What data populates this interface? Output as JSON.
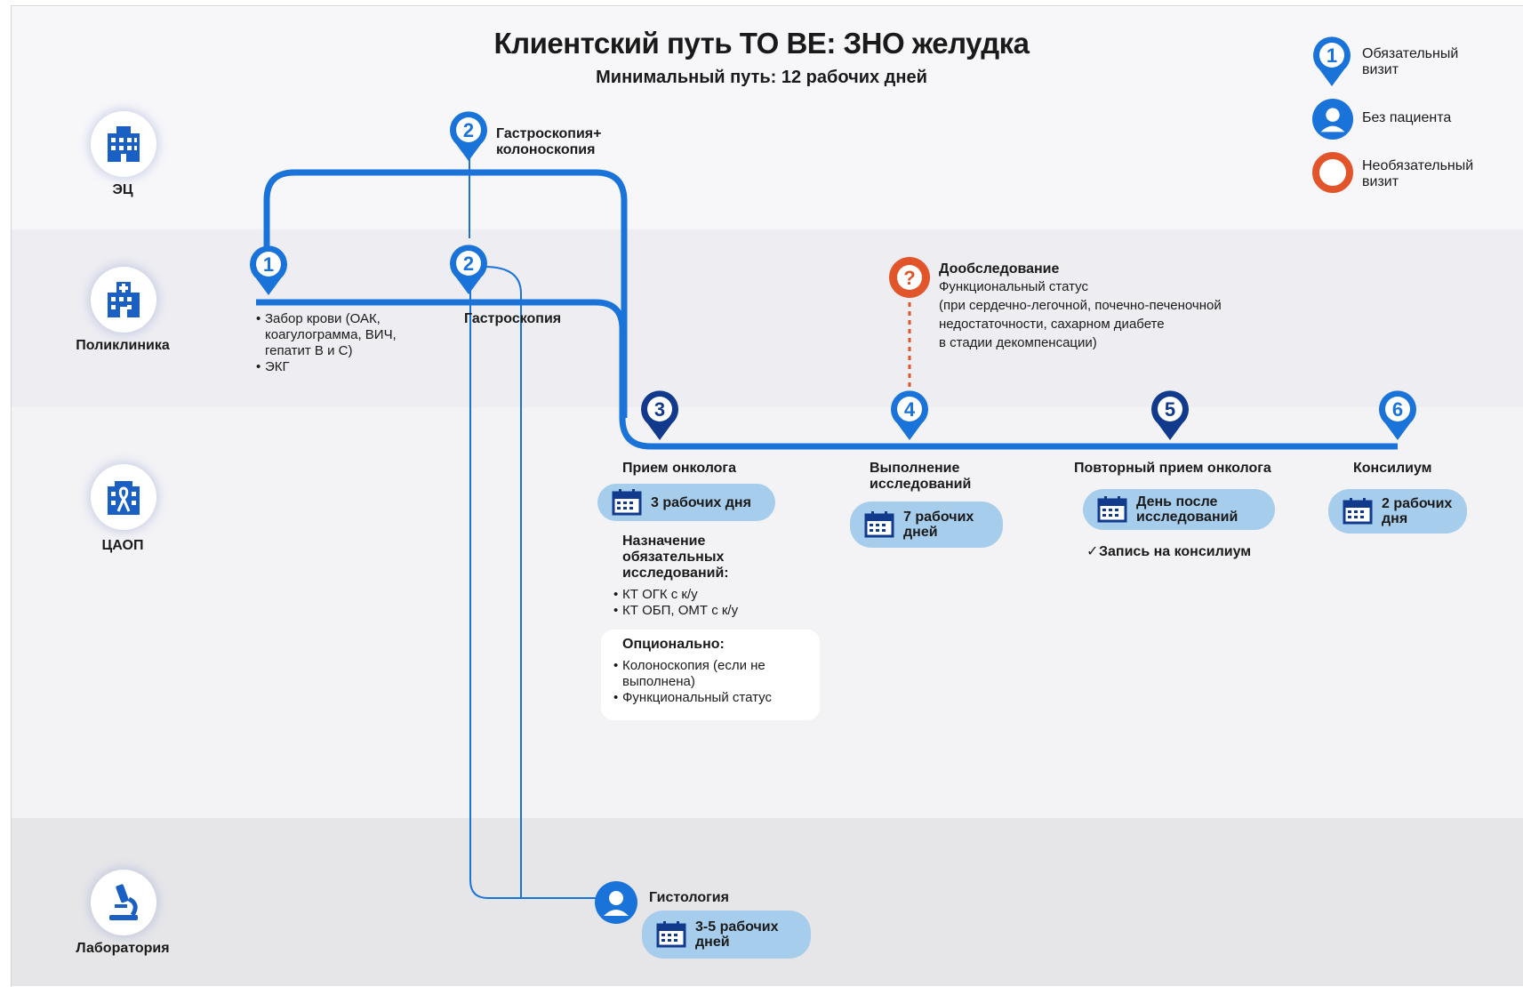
{
  "header": {
    "title": "Клиентский путь ТО ВЕ: ЗНО желудка",
    "subtitle": "Минимальный путь: 12 рабочих дней"
  },
  "lanes": [
    {
      "label": "ЭЦ",
      "icon": "hospital-building-icon"
    },
    {
      "label": "Поликлиника",
      "icon": "clinic-cross-icon"
    },
    {
      "label": "ЦАОП",
      "icon": "oncology-ribbon-icon"
    },
    {
      "label": "Лаборатория",
      "icon": "microscope-icon"
    }
  ],
  "legend": {
    "mandatory": "Обязательный визит",
    "no_patient": "Без пациента",
    "optional": "Необязательный визит"
  },
  "steps": {
    "s1": {
      "number": "1",
      "items": [
        "Забор крови (ОАК, коагулограмма, ВИЧ, гепатит В и С)",
        "ЭКГ"
      ]
    },
    "s2_top": {
      "number": "2",
      "label": "Гастроскопия+ колоноскопия"
    },
    "s2_mid": {
      "number": "2",
      "label": "Гастроскопия"
    },
    "s3": {
      "number": "3",
      "label": "Прием онколога",
      "duration": "3 рабочих дня",
      "assign_title": "Назначение обязательных исследований:",
      "assign_items": [
        "КТ ОГК с к/у",
        "КТ ОБП, ОМТ с к/у"
      ],
      "optional_title": "Опционально:",
      "optional_items": [
        "Колоноскопия (если не выполнена)",
        "Функциональный статус"
      ]
    },
    "s4": {
      "number": "4",
      "label": "Выполнение исследований",
      "duration": "7 рабочих дней"
    },
    "s5": {
      "number": "5",
      "label": "Повторный прием онколога",
      "duration": "День после исследований",
      "note": "Запись на консилиум"
    },
    "s6": {
      "number": "6",
      "label": "Консилиум",
      "duration": "2 рабочих дня"
    },
    "optional_exam": {
      "symbol": "?",
      "title": "Дообследование",
      "line1": "Функциональный статус",
      "line2": "(при сердечно-легочной, почечно-печеночной",
      "line3": "недостаточности, сахарном диабете",
      "line4": "в стадии декомпенсации)"
    },
    "histology": {
      "label": "Гистология",
      "duration": "3-5 рабочих дней"
    }
  },
  "colors": {
    "route_blue": "#1a73d9",
    "dark_navy": "#123a8c",
    "optional_orange": "#e2542a",
    "pill": "#a7cdec"
  }
}
